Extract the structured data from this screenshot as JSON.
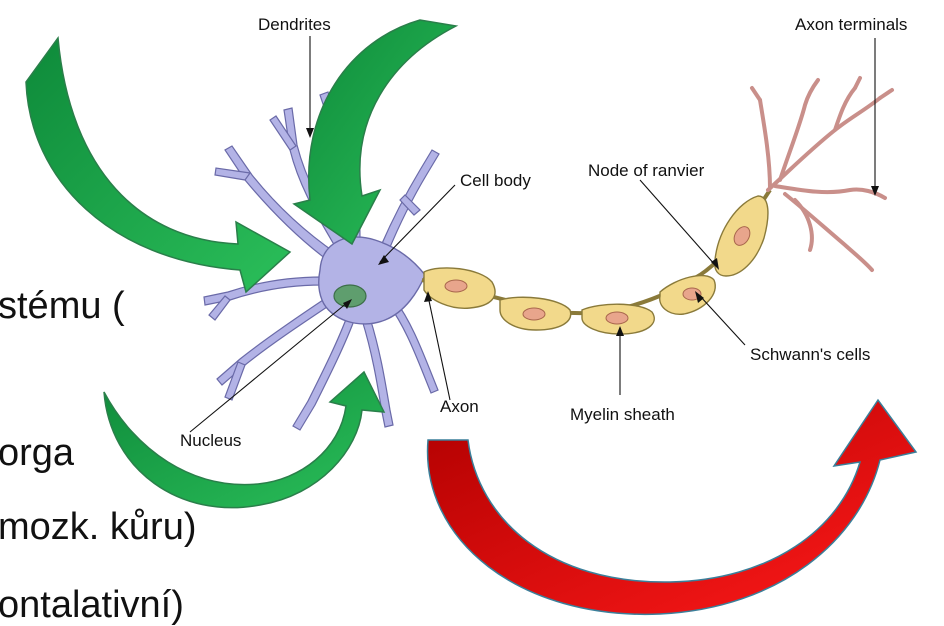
{
  "slide": {
    "text_lines": [
      "stému (",
      "orga",
      "mozk. kůru)",
      "ontalativní)"
    ]
  },
  "diagram": {
    "labels": {
      "dendrites": "Dendrites",
      "axon_terminals": "Axon terminals",
      "cell_body": "Cell body",
      "node_of_ranvier": "Node of ranvier",
      "schwanns_cells": "Schwann's cells",
      "nucleus": "Nucleus",
      "axon": "Axon",
      "myelin_sheath": "Myelin sheath"
    }
  },
  "colors": {
    "cell_fill": "#b3b3e6",
    "cell_stroke": "#6a6aa8",
    "nucleus": "#5f9e6e",
    "myelin": "#f2d98b",
    "myelin_stroke": "#8a7a3a",
    "schwann_nucleus": "#e8a58c",
    "axon_terminal": "#c98f8a",
    "green_arrow": "#1fa84a",
    "red_arrow": "#e00000"
  }
}
